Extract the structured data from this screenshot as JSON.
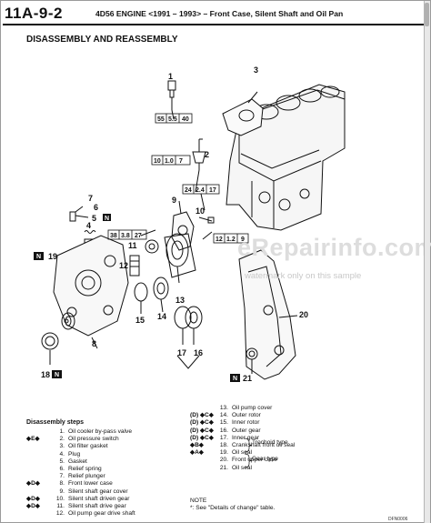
{
  "header": {
    "page_number": "11A-9-2",
    "title": "4D56 ENGINE <1991 – 1993> – Front Case, Silent Shaft and Oil Pan"
  },
  "section_heading": "DISASSEMBLY AND REASSEMBLY",
  "callouts": {
    "c1": "1",
    "c2": "2",
    "c3": "3",
    "c4": "4",
    "c5": "5",
    "c6": "6",
    "c7": "7",
    "c8": "8",
    "c9": "9",
    "c10": "10",
    "c11": "11",
    "c12": "12",
    "c13": "13",
    "c14": "14",
    "c15": "15",
    "c16": "16",
    "c17": "17",
    "c18": "18",
    "c19": "19",
    "c20": "20",
    "c21": "21"
  },
  "new_part_symbol": "N",
  "torque_specs": [
    [
      "55",
      "5.5",
      "40"
    ],
    [
      "10",
      "1.0",
      "7"
    ],
    [
      "24",
      "2.4",
      "17"
    ],
    [
      "38",
      "3.8",
      "27"
    ],
    [
      "12",
      "1.2",
      "9"
    ]
  ],
  "watermark": {
    "site": "eRepairinfo.com",
    "note": "watermark only on this sample"
  },
  "steps": {
    "title": "Disassembly steps",
    "items": [
      {
        "mark": "",
        "num": "1.",
        "label": "Oil cooler by-pass valve"
      },
      {
        "mark": "◆E◆",
        "num": "2.",
        "label": "Oil pressure switch"
      },
      {
        "mark": "",
        "num": "3.",
        "label": "Oil filter gasket"
      },
      {
        "mark": "",
        "num": "4.",
        "label": "Plug"
      },
      {
        "mark": "",
        "num": "5.",
        "label": "Gasket"
      },
      {
        "mark": "",
        "num": "6.",
        "label": "Relief spring"
      },
      {
        "mark": "",
        "num": "7.",
        "label": "Relief plunger"
      },
      {
        "mark": "◆D◆",
        "num": "8.",
        "label": "Front lower case"
      },
      {
        "mark": "",
        "num": "9.",
        "label": "Silent shaft gear cover"
      },
      {
        "mark": "◆D◆",
        "num": "10.",
        "label": "Silent shaft driven gear"
      },
      {
        "mark": "◆D◆",
        "num": "11.",
        "label": "Silent shaft drive gear"
      },
      {
        "mark": "",
        "num": "12.",
        "label": "Oil pump gear drive shaft"
      },
      {
        "mark": "",
        "num": "13.",
        "label": "Oil pump cover"
      },
      {
        "mark": "(D) ◆C◆",
        "num": "14.",
        "label": "Outer rotor"
      },
      {
        "mark": "(D) ◆C◆",
        "num": "15.",
        "label": "Inner rotor"
      },
      {
        "mark": "(D) ◆C◆",
        "num": "16.",
        "label": "Outer gear"
      },
      {
        "mark": "(D) ◆C◆",
        "num": "17.",
        "label": "Inner gear"
      },
      {
        "mark": "◆B◆",
        "num": "18.",
        "label": "Crankshaft front oil seal"
      },
      {
        "mark": "◆A◆",
        "num": "19.",
        "label": "Oil seal"
      },
      {
        "mark": "",
        "num": "20.",
        "label": "Front upper case"
      },
      {
        "mark": "",
        "num": "21.",
        "label": "Oil seal"
      }
    ],
    "group_trochoid": "Trochoid type",
    "group_gear": "Gear type",
    "note_title": "NOTE",
    "note_text": "*: See \"Details of change\" table."
  },
  "doc_code": "DFN0006"
}
